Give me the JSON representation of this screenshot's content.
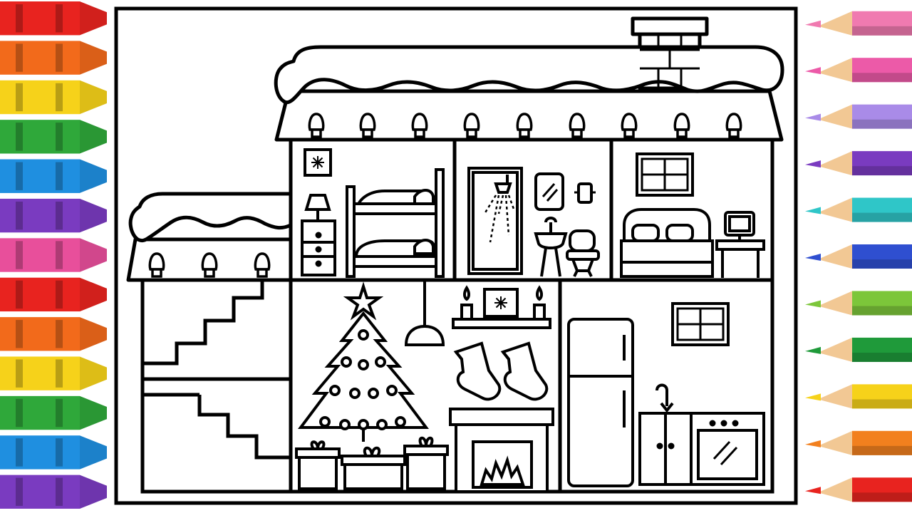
{
  "colors": {
    "background": "#ffffff",
    "line": "#000000",
    "wood": "#f2c894",
    "crayons": [
      "#e8231f",
      "#f26a1b",
      "#f6d21a",
      "#2fa83a",
      "#1f8fe0",
      "#7a3bc0",
      "#e84f9b",
      "#e8231f",
      "#f26a1b",
      "#f6d21a",
      "#2fa83a",
      "#1f8fe0",
      "#7a3bc0"
    ],
    "pencils": [
      "#f07ab0",
      "#ec5aa8",
      "#a98be8",
      "#7a3bc0",
      "#2fc6c8",
      "#2f4fd0",
      "#7cc63a",
      "#1f9a3a",
      "#f6d21a",
      "#f2801e",
      "#e8231f"
    ]
  },
  "crayon_count": 13,
  "pencil_count": 11,
  "drawing": {
    "subject": "christmas-house-coloring-page",
    "rooms": [
      "staircase",
      "kids-bedroom",
      "bathroom",
      "bedroom",
      "living-room",
      "fireplace",
      "kitchen"
    ]
  }
}
